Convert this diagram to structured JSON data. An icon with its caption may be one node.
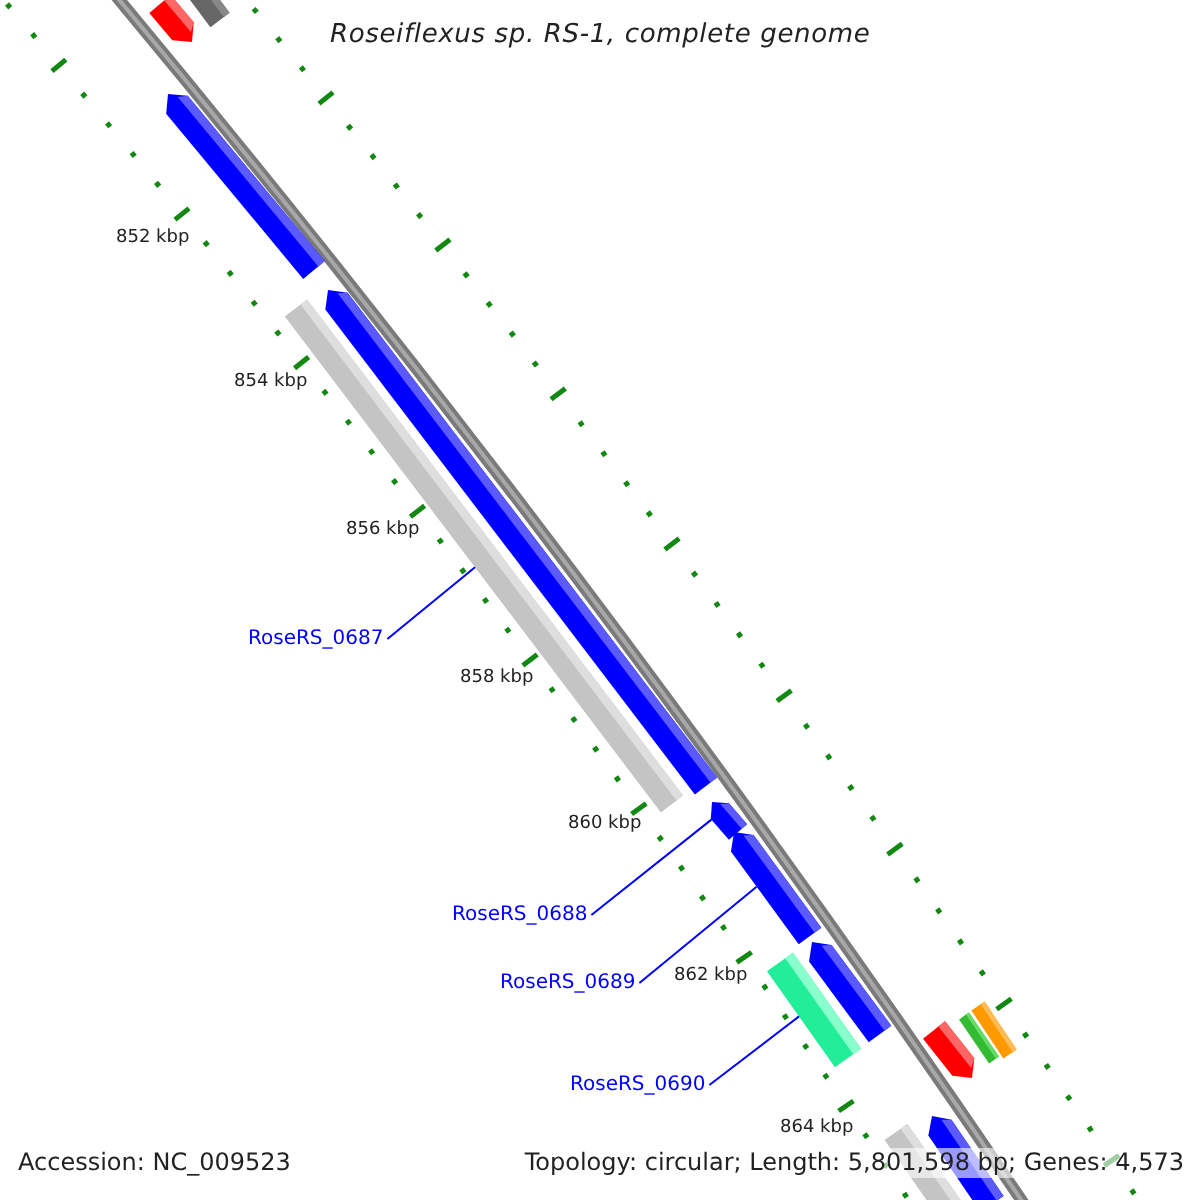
{
  "diagram": {
    "title": "Roseiflexus sp. RS-1, complete genome",
    "nodes": [
      {
        "text": [
          "RoseRS_0687"
        ]
      },
      {
        "text": [],
        "shape": "bar"
      },
      {
        "text": [
          "RoseRS_0688"
        ]
      },
      {
        "text": [],
        "shape": "arrow"
      },
      {
        "text": [
          "RoseRS_0689"
        ]
      },
      {
        "text": [],
        "shape": "arrow"
      },
      {
        "text": [
          "RoseRS_0690"
        ]
      },
      {
        "text": [],
        "shape": "bar"
      }
    ],
    "edges": [
      {
        "from": 0,
        "to": 1,
        "arrow": "none"
      },
      {
        "from": 2,
        "to": 3,
        "arrow": "none"
      },
      {
        "from": 4,
        "to": 5,
        "arrow": "none"
      },
      {
        "from": 6,
        "to": 7,
        "arrow": "none"
      }
    ],
    "labels": [
      "852 kbp",
      "854 kbp",
      "856 kbp",
      "858 kbp",
      "860 kbp",
      "862 kbp",
      "864 kbp",
      "Accession: NC_009523",
      "Topology: circular; Length: 5,801,598 bp; Genes: 4,573"
    ]
  }
}
